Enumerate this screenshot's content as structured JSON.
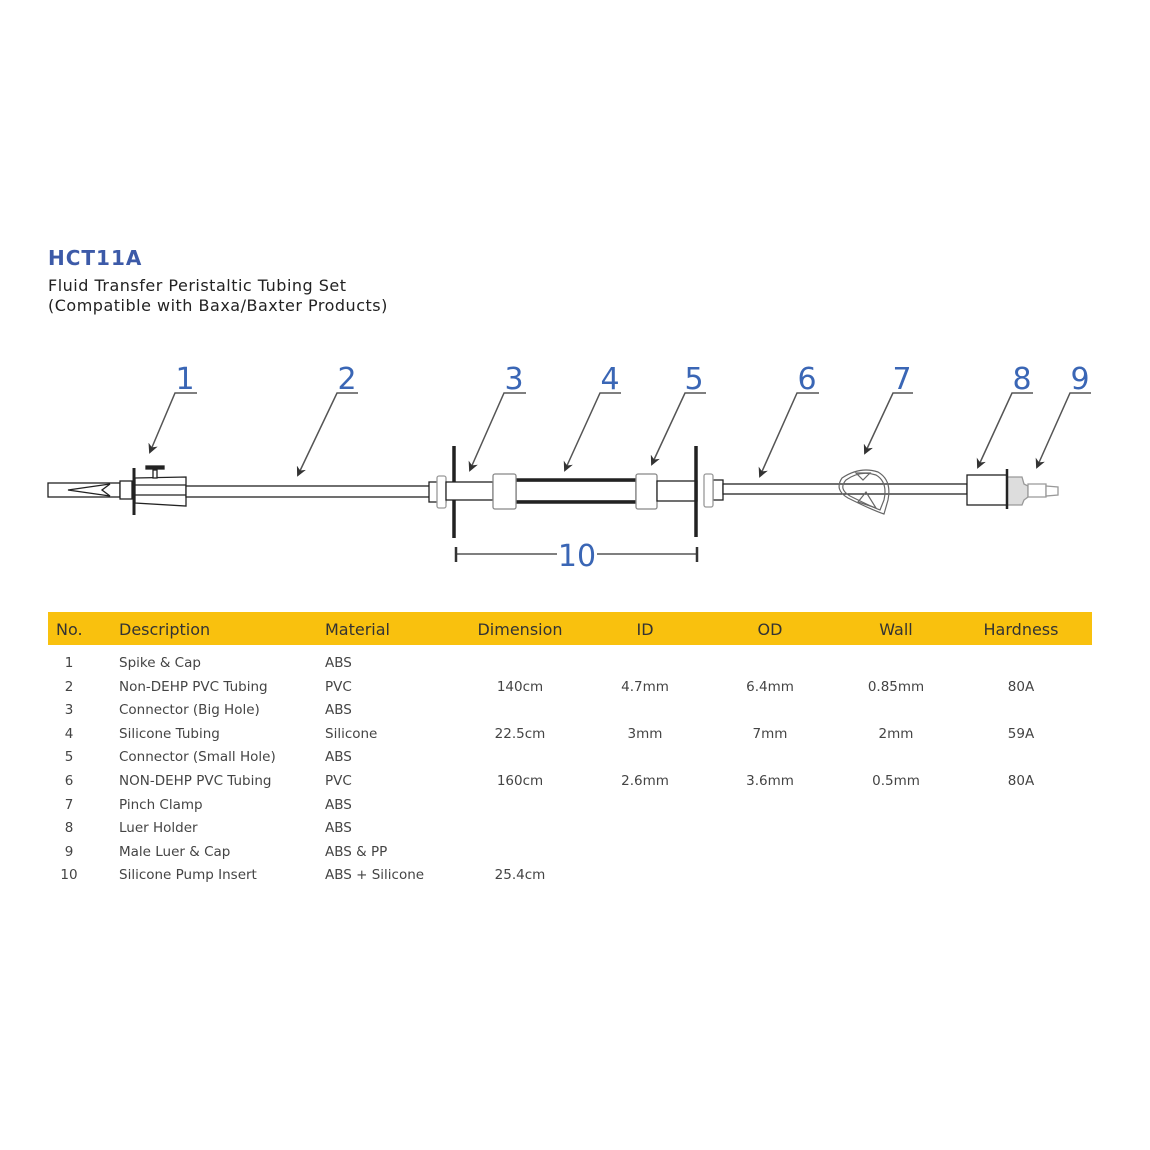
{
  "header": {
    "title": "HCT11A",
    "subtitle_line1": "Fluid Transfer Peristaltic Tubing Set",
    "subtitle_line2": "(Compatible with Baxa/Baxter Products)"
  },
  "diagram": {
    "callouts": [
      "1",
      "2",
      "3",
      "4",
      "5",
      "6",
      "7",
      "8",
      "9"
    ],
    "dimension_label": "10"
  },
  "colors": {
    "accent_blue": "#3a66b5",
    "header_yellow": "#f9c10e"
  },
  "table": {
    "columns": [
      "No.",
      "Description",
      "Material",
      "Dimension",
      "ID",
      "OD",
      "Wall",
      "Hardness"
    ],
    "rows": [
      [
        "1",
        "Spike & Cap",
        "ABS",
        "",
        "",
        "",
        "",
        ""
      ],
      [
        "2",
        "Non-DEHP PVC Tubing",
        "PVC",
        "140cm",
        "4.7mm",
        "6.4mm",
        "0.85mm",
        "80A"
      ],
      [
        "3",
        "Connector (Big Hole)",
        "ABS",
        "",
        "",
        "",
        "",
        ""
      ],
      [
        "4",
        "Silicone Tubing",
        "Silicone",
        "22.5cm",
        "3mm",
        "7mm",
        "2mm",
        "59A"
      ],
      [
        "5",
        "Connector (Small Hole)",
        "ABS",
        "",
        "",
        "",
        "",
        ""
      ],
      [
        "6",
        "NON-DEHP PVC Tubing",
        "PVC",
        "160cm",
        "2.6mm",
        "3.6mm",
        "0.5mm",
        "80A"
      ],
      [
        "7",
        "Pinch Clamp",
        "ABS",
        "",
        "",
        "",
        "",
        ""
      ],
      [
        "8",
        "Luer Holder",
        "ABS",
        "",
        "",
        "",
        "",
        ""
      ],
      [
        "9",
        "Male Luer & Cap",
        "ABS & PP",
        "",
        "",
        "",
        "",
        ""
      ],
      [
        "10",
        "Silicone Pump Insert",
        "ABS + Silicone",
        "25.4cm",
        "",
        "",
        "",
        ""
      ]
    ]
  }
}
